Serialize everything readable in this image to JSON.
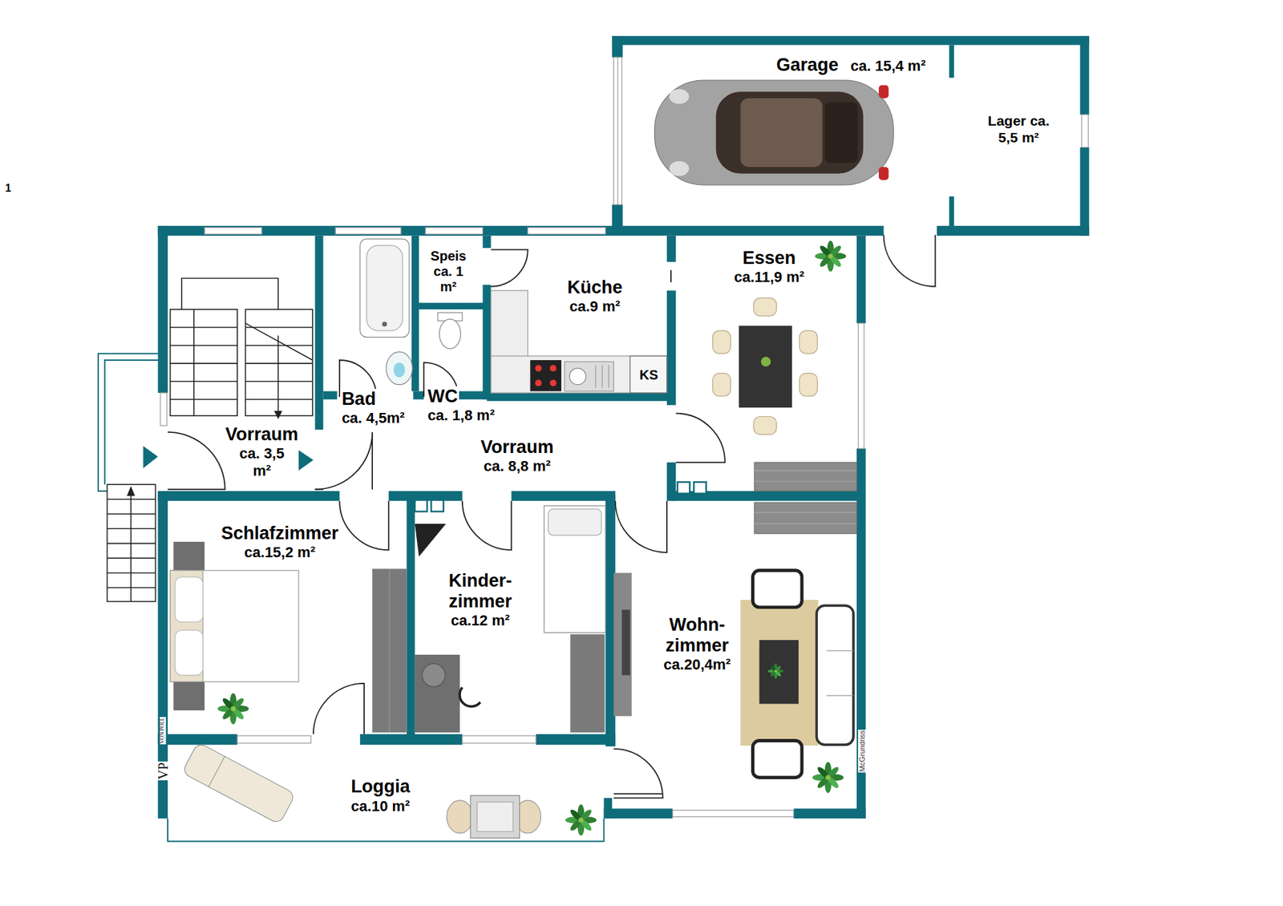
{
  "diagram": {
    "nodes": [
      {
        "text": [
          "Garage",
          "ca. 15,4 m²"
        ]
      },
      {
        "text": [
          "Lager ca. 5,5 m²"
        ]
      },
      {
        "text": [
          "Speis",
          "ca. 1 m²"
        ]
      },
      {
        "text": [
          "Küche",
          "ca.9 m²"
        ]
      },
      {
        "text": [
          "Essen",
          "ca.11,9 m²"
        ]
      },
      {
        "text": [
          "Bad",
          "ca. 4,5m²"
        ]
      },
      {
        "text": [
          "WC",
          "ca. 1,8 m²"
        ]
      },
      {
        "text": [
          "Vorraum",
          "ca. 3,5 m²"
        ]
      },
      {
        "text": [
          "Vorraum",
          "ca. 8,8 m²"
        ]
      },
      {
        "text": [
          "Schlafzimmer",
          "ca.15,2 m²"
        ]
      },
      {
        "text": [
          "Kinder- zimmer",
          "ca.12 m²"
        ]
      },
      {
        "text": [
          "Wohn- zimmer",
          "ca.20,4m²"
        ]
      },
      {
        "text": [
          "Loggia",
          "ca.10 m²"
        ]
      }
    ],
    "labels": [
      "KS",
      "1",
      "VP",
      "VON POLL",
      "McGrundriss"
    ]
  }
}
